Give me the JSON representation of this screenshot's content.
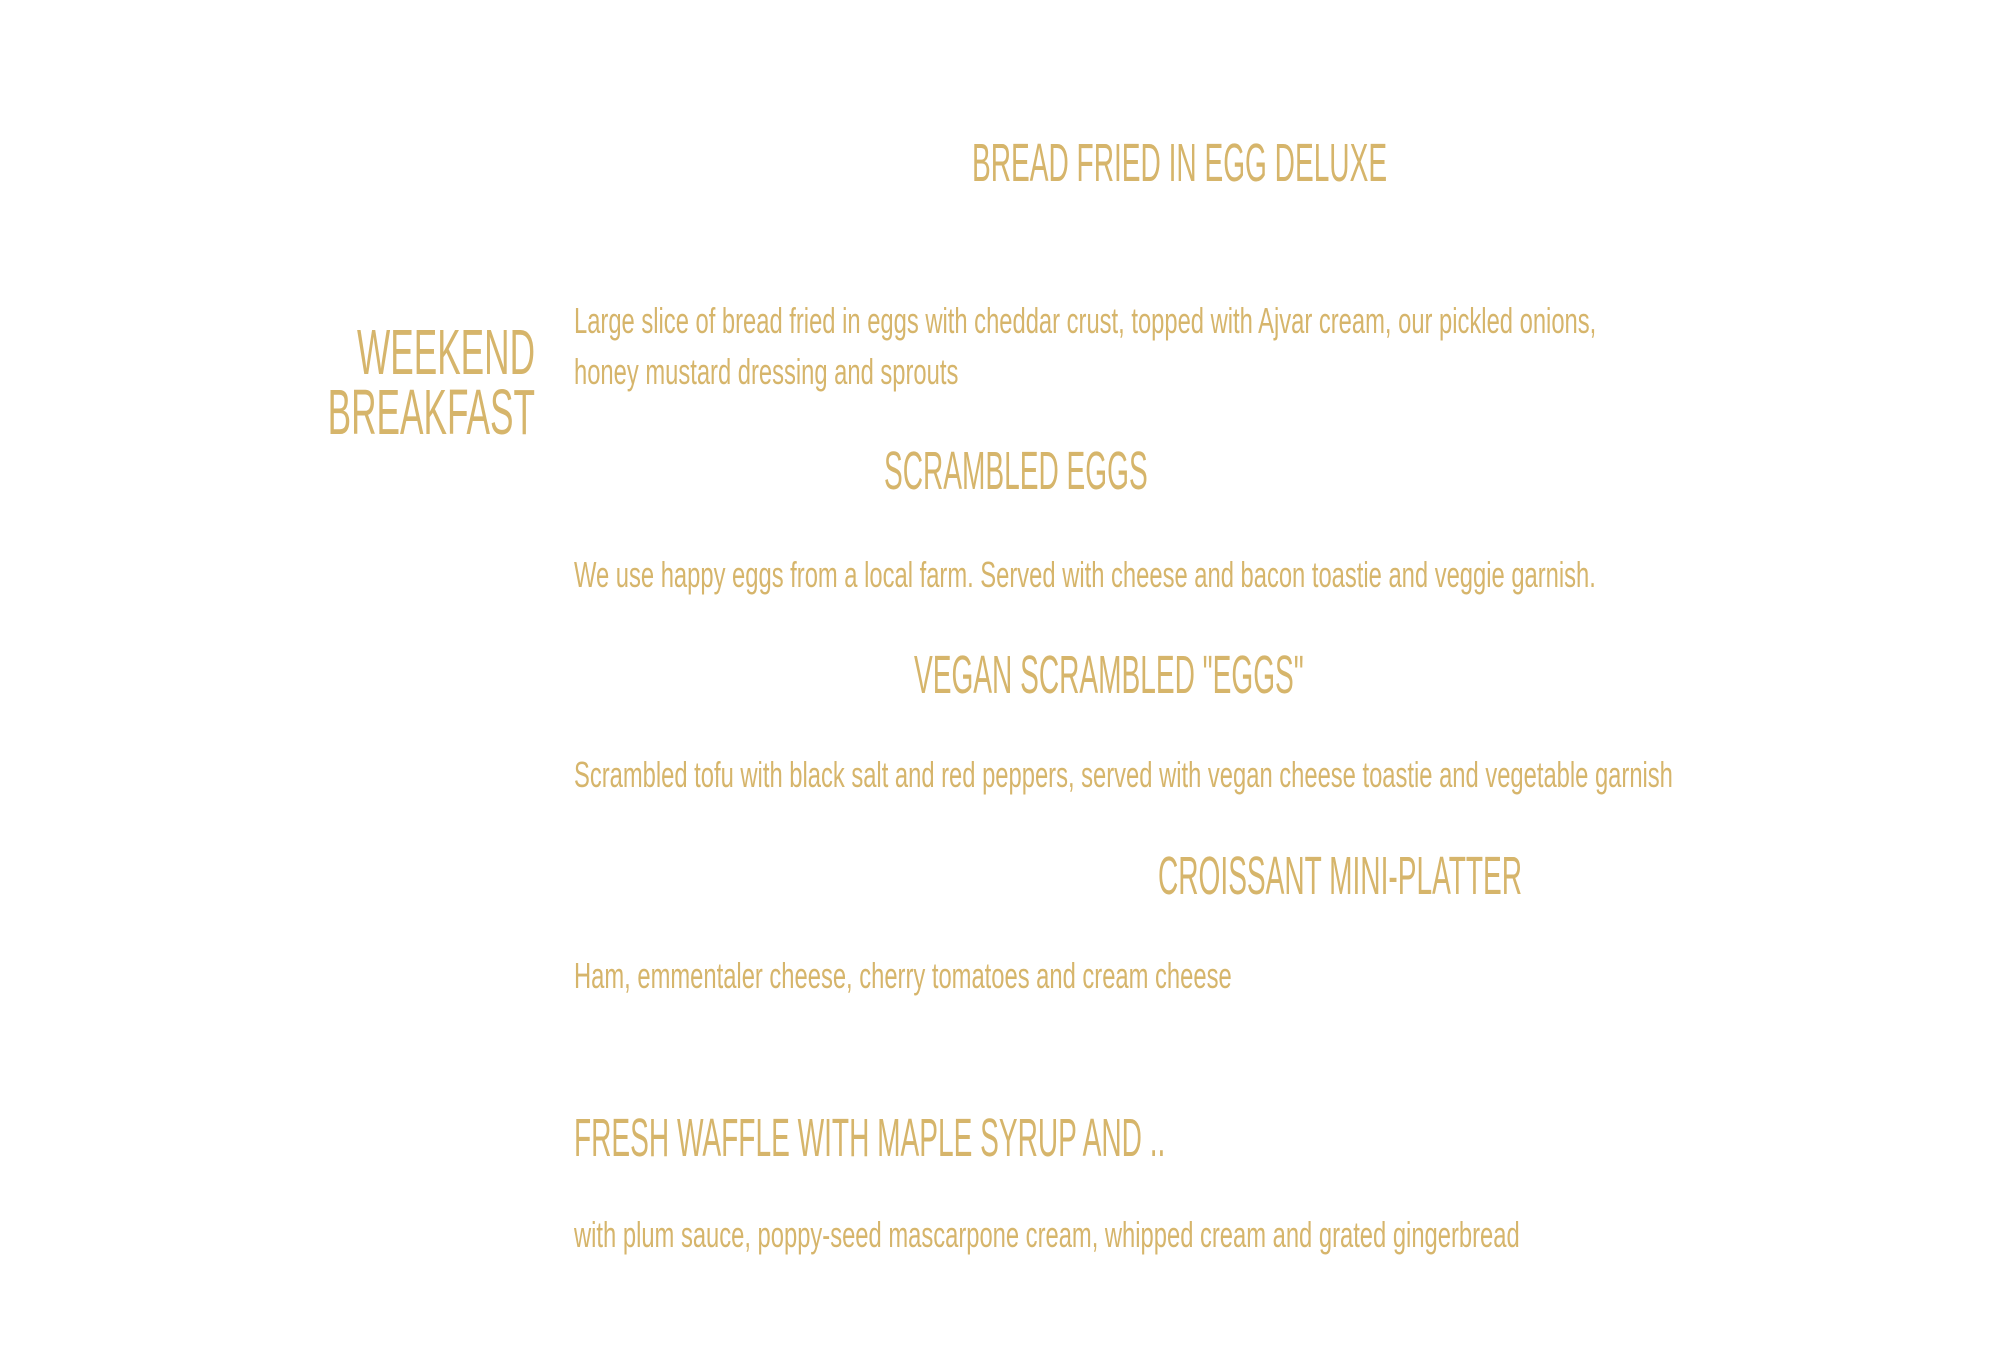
{
  "section_title": [
    "WEEKEND",
    "BREAKFAST"
  ],
  "color": "#d6b56b",
  "items": [
    {
      "name": "BREAD FRIED IN EGG DELUXE",
      "description": [
        "Large slice of bread fried in eggs with cheddar crust, topped with Ajvar cream, our pickled onions,",
        "honey mustard dressing and sprouts"
      ]
    },
    {
      "name": "SCRAMBLED EGGS",
      "description": [
        "We use happy eggs from a local farm. Served with cheese and bacon toastie and veggie garnish."
      ]
    },
    {
      "name": "VEGAN SCRAMBLED \"EGGS\"",
      "description": [
        "Scrambled tofu with black salt and red peppers, served with vegan cheese toastie and vegetable garnish"
      ]
    },
    {
      "name": "CROISSANT MINI-PLATTER",
      "description": [
        "Ham, emmentaler cheese, cherry tomatoes and cream cheese"
      ]
    },
    {
      "name": "FRESH WAFFLE WITH MAPLE SYRUP AND ..",
      "description": [
        "with plum sauce, poppy-seed mascarpone cream, whipped cream and grated gingerbread"
      ]
    }
  ]
}
